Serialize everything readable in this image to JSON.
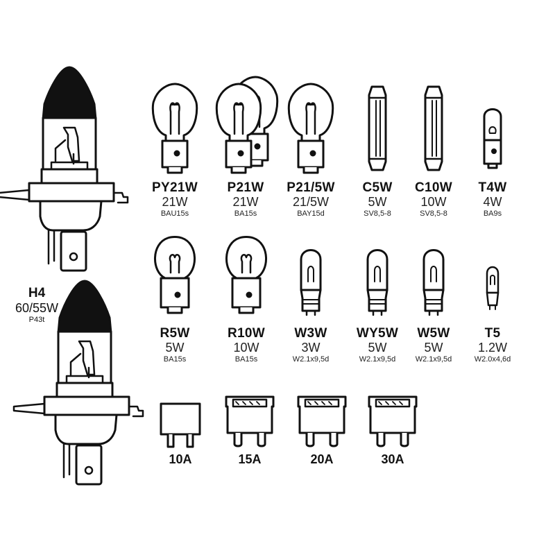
{
  "h4": {
    "name": "H4",
    "watt": "60/55W",
    "base": "P43t"
  },
  "row1": [
    {
      "name": "PY21W",
      "watt": "21W",
      "base": "BAU15s"
    },
    {
      "name": "P21W",
      "watt": "21W",
      "base": "BA15s"
    },
    {
      "name": "P21/5W",
      "watt": "21/5W",
      "base": "BAY15d"
    },
    {
      "name": "C5W",
      "watt": "5W",
      "base": "SV8,5-8"
    },
    {
      "name": "C10W",
      "watt": "10W",
      "base": "SV8,5-8"
    },
    {
      "name": "T4W",
      "watt": "4W",
      "base": "BA9s"
    }
  ],
  "row2": [
    {
      "name": "R5W",
      "watt": "5W",
      "base": "BA15s"
    },
    {
      "name": "R10W",
      "watt": "10W",
      "base": "BA15s"
    },
    {
      "name": "W3W",
      "watt": "3W",
      "base": "W2.1x9,5d"
    },
    {
      "name": "WY5W",
      "watt": "5W",
      "base": "W2.1x9,5d"
    },
    {
      "name": "W5W",
      "watt": "5W",
      "base": "W2.1x9,5d"
    },
    {
      "name": "T5",
      "watt": "1.2W",
      "base": "W2.0x4,6d"
    }
  ],
  "fuses": [
    "10A",
    "15A",
    "20A",
    "30A"
  ]
}
